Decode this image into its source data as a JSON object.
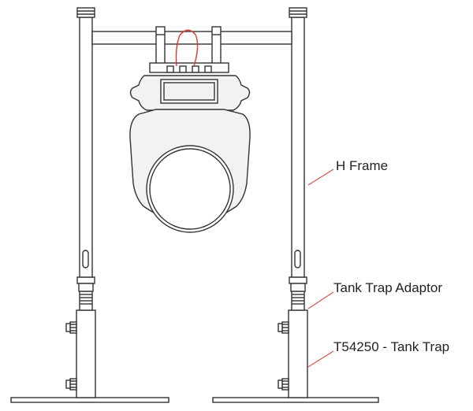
{
  "callouts": {
    "h_frame": "H Frame",
    "tank_trap_adaptor": "Tank Trap Adaptor",
    "tank_trap": "T54250 - Tank Trap"
  },
  "colors": {
    "line": "#333333",
    "leader": "#d9534f",
    "cable": "#e0362c",
    "fixture_fill": "#f2f2f2",
    "lens_fill": "#ffffff"
  },
  "icons": [
    "h-frame",
    "moving-head-fixture",
    "tank-trap-adaptor",
    "tank-trap-base",
    "safety-cable"
  ]
}
